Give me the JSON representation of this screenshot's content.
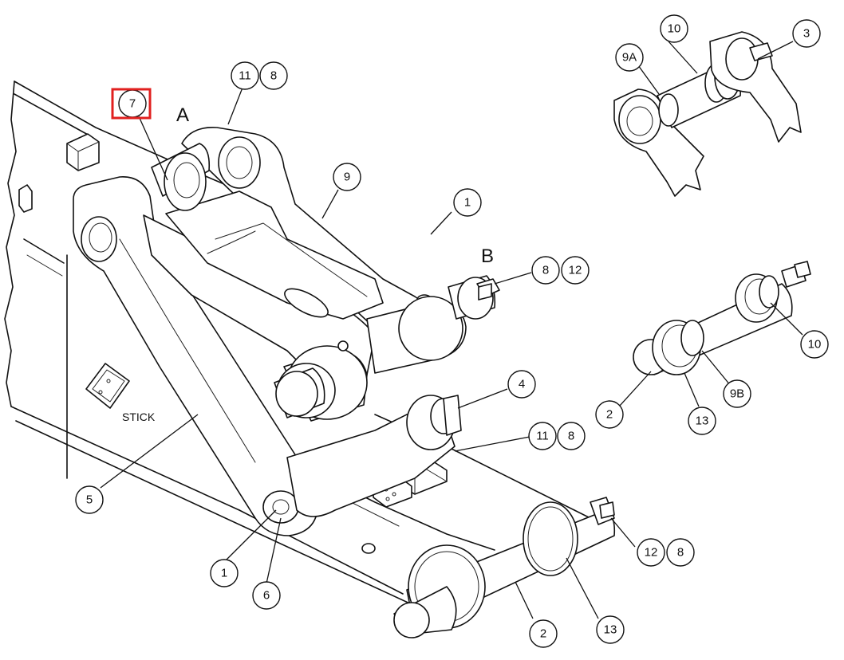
{
  "diagram": {
    "labels": {
      "A": "A",
      "B": "B",
      "stick": "STICK"
    },
    "callouts": {
      "c7": "7",
      "c11_top": "11",
      "c8_top": "8",
      "c9": "9",
      "c1_top": "1",
      "c8_b": "8",
      "c12_b": "12",
      "c4": "4",
      "c11_mid": "11",
      "c8_mid": "8",
      "c5": "5",
      "c1_bottom": "1",
      "c6": "6",
      "c12_low": "12",
      "c8_low": "8",
      "c2_bottom": "2",
      "c13_bottom": "13",
      "c10_top": "10",
      "c3": "3",
      "c9A": "9A",
      "c10_right": "10",
      "c2_pin": "2",
      "c13_pin": "13",
      "c9B": "9B"
    },
    "highlighted_callout": "7",
    "highlight_color": "#e1201f",
    "line_color": "#111111"
  }
}
